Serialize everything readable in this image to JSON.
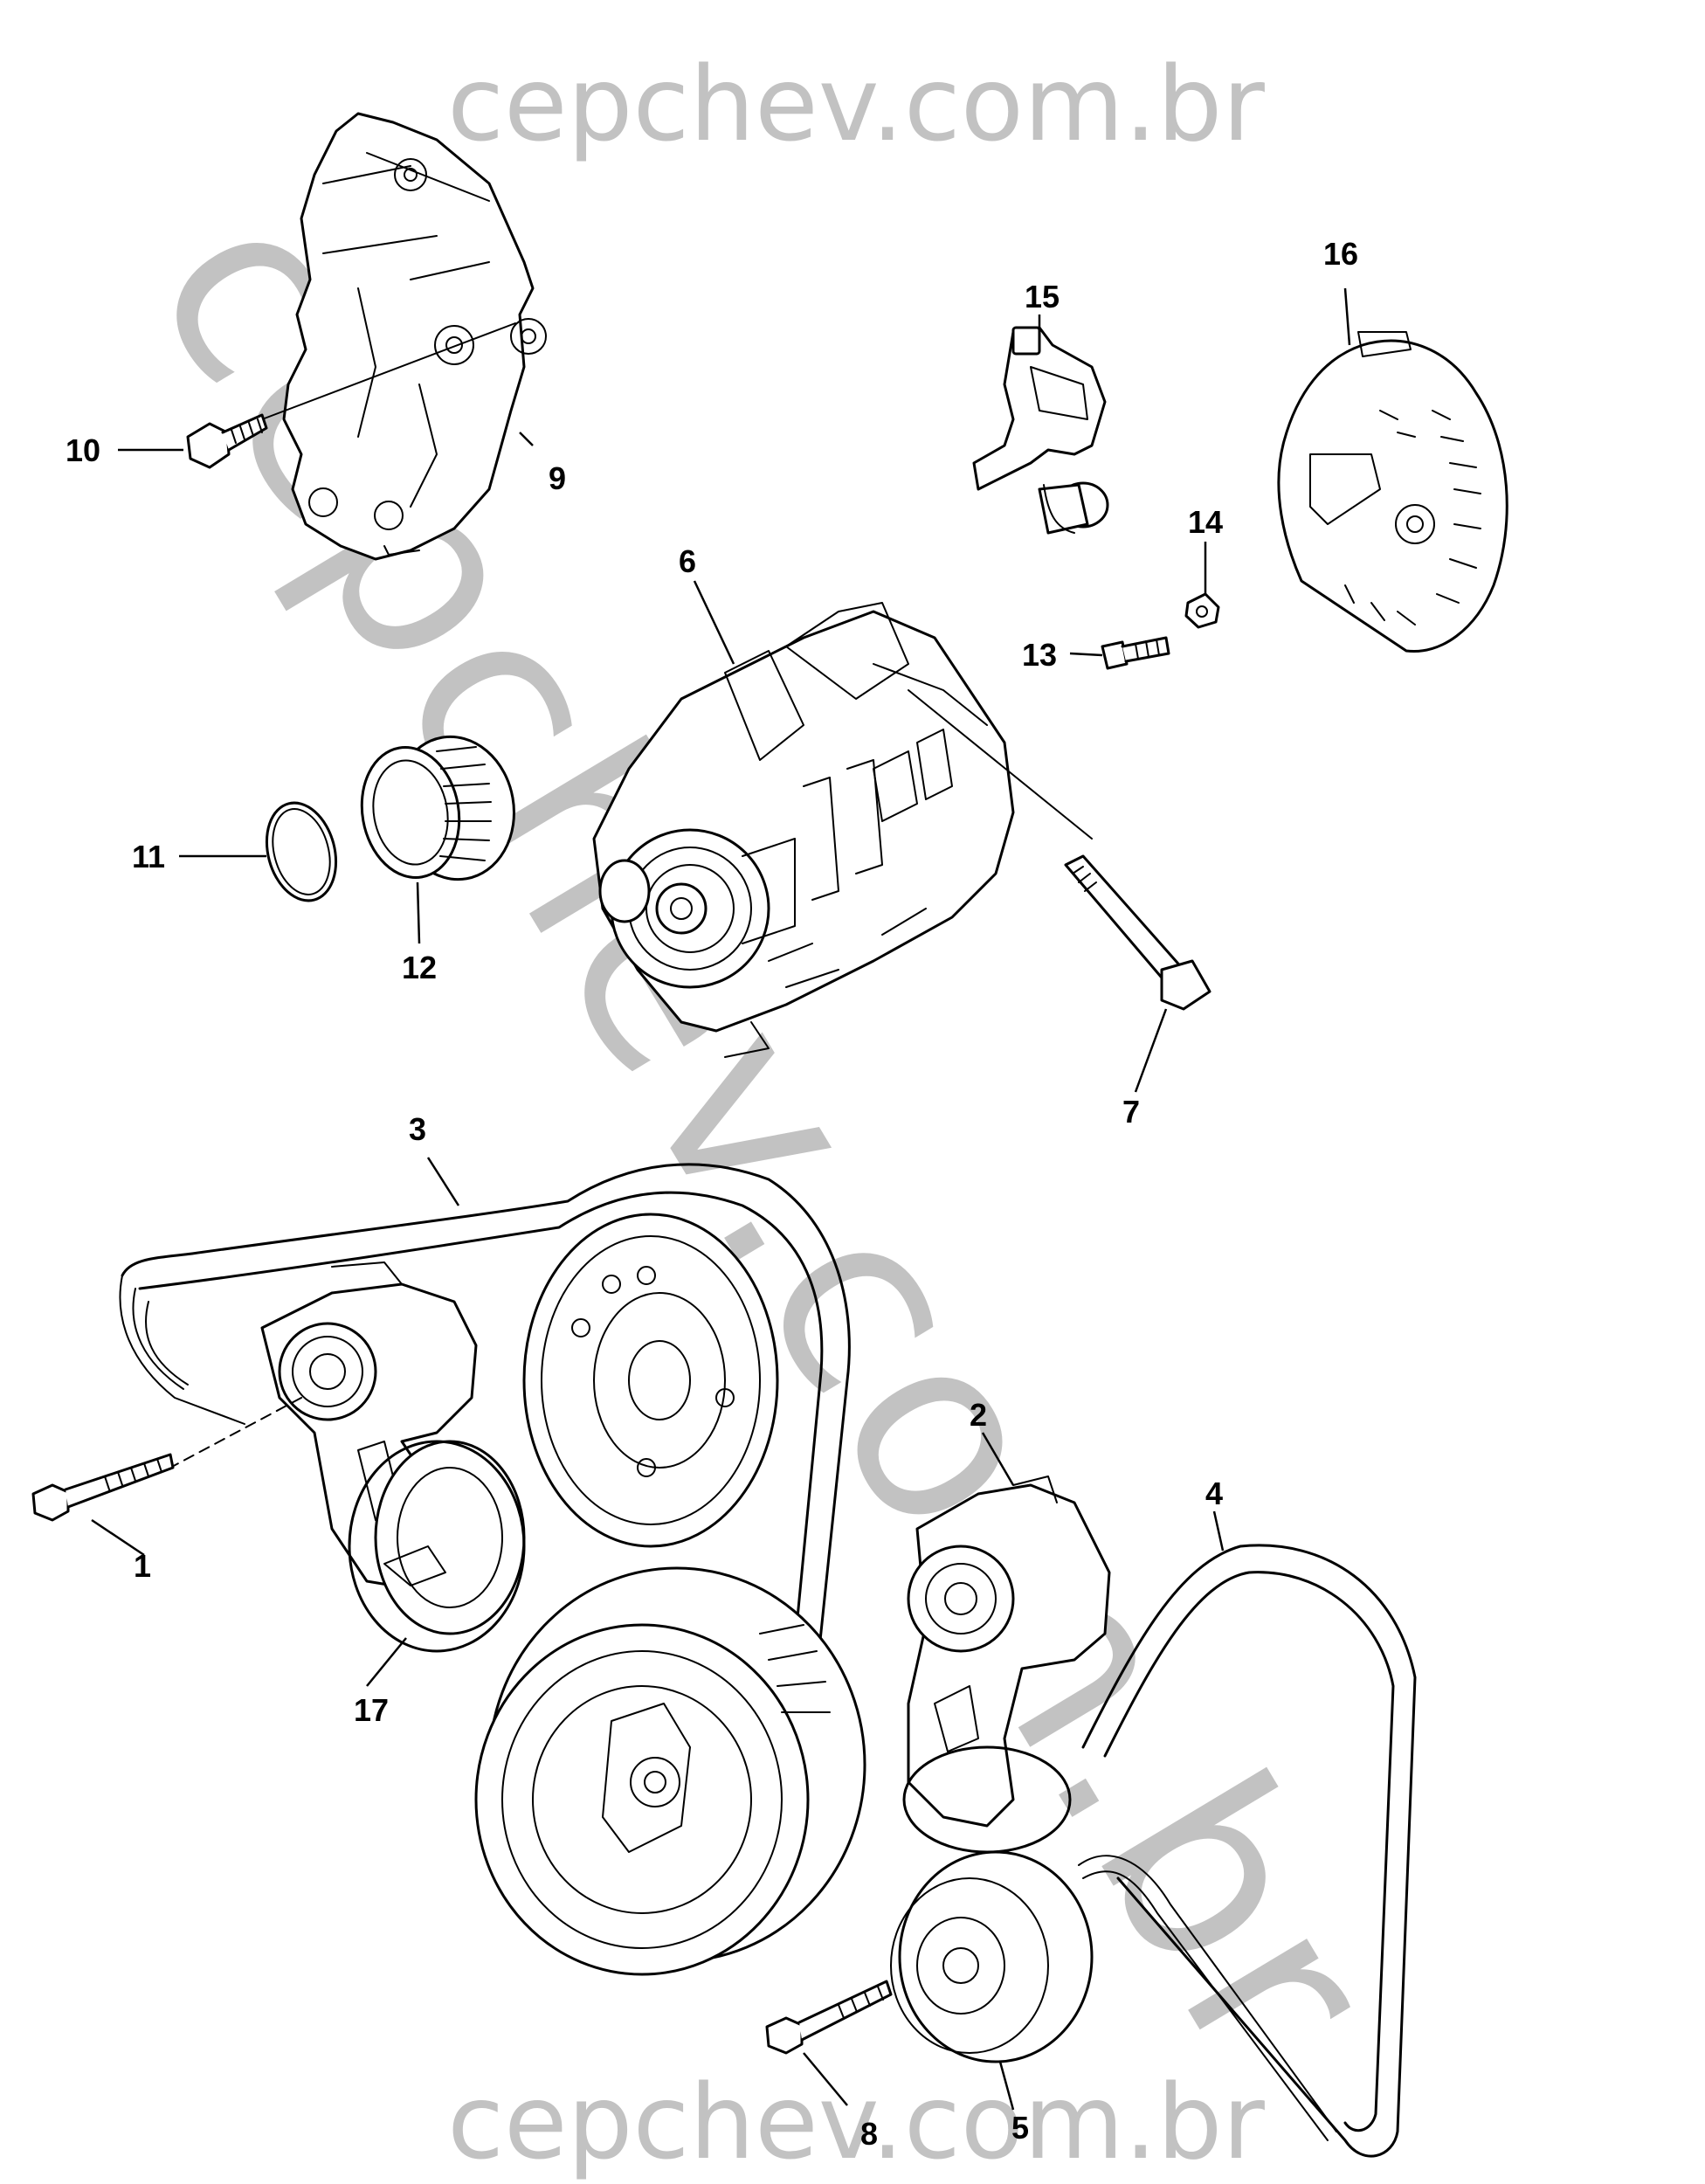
{
  "watermark": {
    "top": "cepchev.com.br",
    "bottom": "cepchev.com.br",
    "diagonal": "cepchev.com.br"
  },
  "callouts": {
    "c1": "1",
    "c2": "2",
    "c3": "3",
    "c4": "4",
    "c5": "5",
    "c6": "6",
    "c7": "7",
    "c8": "8",
    "c9": "9",
    "c10": "10",
    "c11": "11",
    "c12": "12",
    "c13": "13",
    "c14": "14",
    "c15": "15",
    "c16": "16",
    "c17": "17"
  }
}
